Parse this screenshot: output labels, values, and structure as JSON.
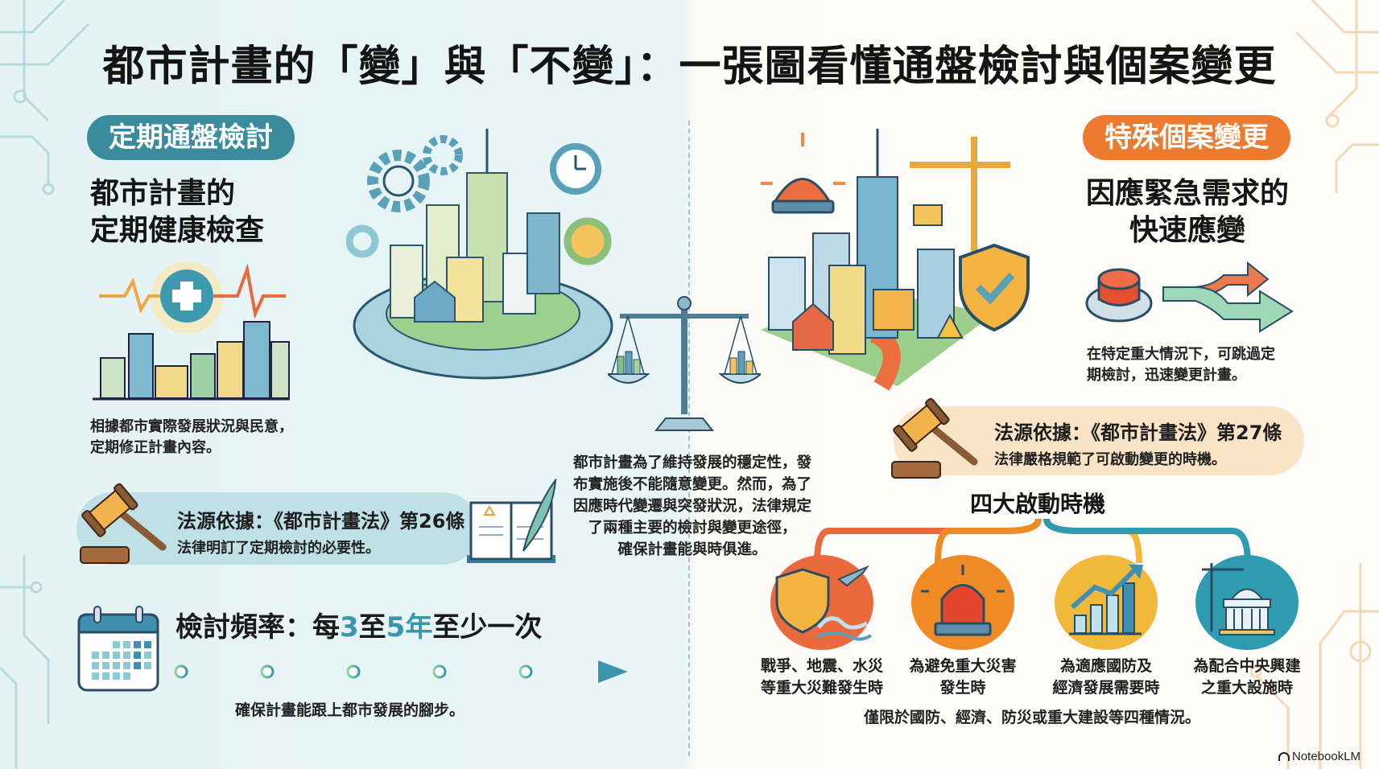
{
  "title": "都市計畫的「變」與「不變」：一張圖看懂通盤檢討與個案變更",
  "left": {
    "badge": "定期通盤檢討",
    "heading_line1": "都市計畫的",
    "heading_line2": "定期健康檢查",
    "description_line1": "相據都市實際發展狀況與民意，",
    "description_line2": "定期修正計畫內容。",
    "law": {
      "title": "法源依據：《都市計畫法》第26條",
      "subtitle": "法律明訂了定期檢討的必要性。"
    },
    "frequency": {
      "prefix": "檢討頻率：每",
      "num1": "3",
      "mid": "至",
      "num2": "5",
      "unit": "年",
      "suffix": "至少一次"
    },
    "timeline_caption": "確保計畫能跟上都市發展的腳步。"
  },
  "center": {
    "paragraph_lines": [
      "都市計畫為了維持發展的穩定性，發",
      "布實施後不能隨意變更。然而，為了",
      "因應時代變遷與突發狀況，法律規定",
      "了兩種主要的檢討與變更途徑，",
      "確保計畫能與時俱進。"
    ]
  },
  "right": {
    "badge": "特殊個案變更",
    "heading_line1": "因應緊急需求的",
    "heading_line2": "快速應變",
    "description_line1": "在特定重大情況下，可跳過定",
    "description_line2": "期檢討，迅速變更計畫。",
    "law": {
      "title": "法源依據：《都市計畫法》第27條",
      "subtitle": "法律嚴格規範了可啟動變更的時機。"
    },
    "four_triggers_title": "四大啟動時機",
    "triggers": [
      {
        "line1": "戰爭、地震、水災",
        "line2": "等重大災難發生時",
        "icon": "shield-wave-icon",
        "color": "#ea6a3e"
      },
      {
        "line1": "為避免重大災害",
        "line2": "發生時",
        "icon": "alarm-siren-icon",
        "color": "#f08a24"
      },
      {
        "line1": "為適應國防及",
        "line2": "經濟發展需要時",
        "icon": "growth-chart-icon",
        "color": "#f1b93a"
      },
      {
        "line1": "為配合中央興建",
        "line2": "之重大設施時",
        "icon": "government-building-icon",
        "color": "#2f9bb0"
      }
    ],
    "footer_note": "僅限於國防、經濟、防災或重大建設等四種情況。"
  },
  "brand": "NotebookLM",
  "colors": {
    "teal": "#3a8c9c",
    "orange": "#ec7a2f",
    "left_bg": "#e6f3f4",
    "right_bg": "#fffdf9"
  }
}
